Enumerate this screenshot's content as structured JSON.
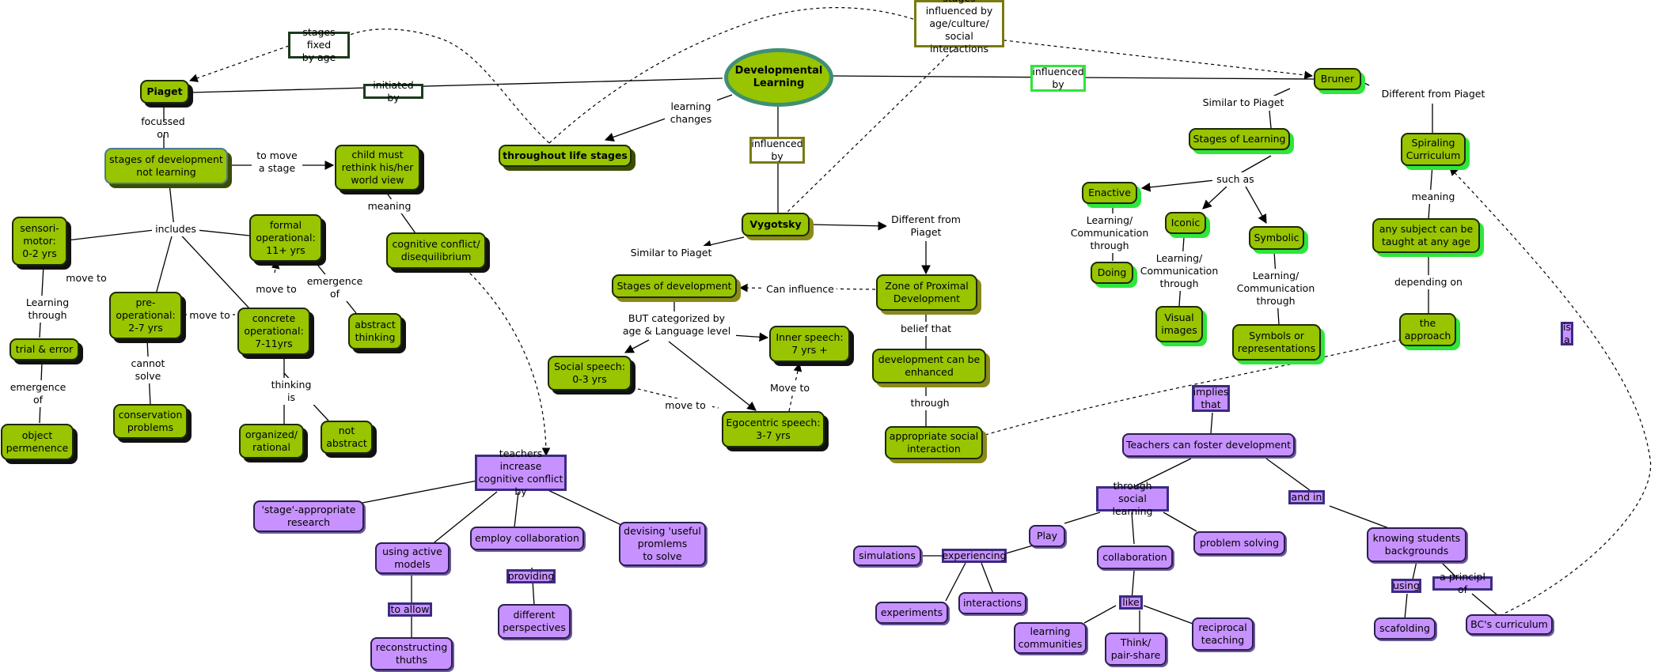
{
  "concept_map": {
    "nodes": {
      "developmental_learning": "Developmental\nLearning",
      "piaget": "Piaget",
      "stages_fixed_by_age": "stages fixed\nby age",
      "initiated_by": "initiated by",
      "throughout_life_stages": "throughout life stages",
      "stages_influenced_by": "stages\ninfluenced by\nage/culture/\nsocial interactions",
      "influenced_by_green": "influenced\nby",
      "bruner": "Bruner",
      "influenced_by_olive": "influenced\nby",
      "vygotsky": "Vygotsky",
      "stages_of_development_not_learning": "stages of development\nnot learning",
      "child_must_rethink": "child must\nrethink his/her\nworld view",
      "cognitive_conflict": "cognitive conflict/\ndisequilibrium",
      "sensori_motor": "sensori-\nmotor:\n0-2 yrs",
      "formal_operational": "formal\noperational:\n11+ yrs",
      "pre_operational": "pre-\noperational:\n2-7 yrs",
      "concrete_operational": "concrete\noperational:\n7-11yrs",
      "abstract_thinking": "abstract\nthinking",
      "trial_error": "trial & error",
      "object_permanence": "object\npermenence",
      "conservation_problems": "conservation\nproblems",
      "organized_rational": "organized/\nrational",
      "not_abstract": "not\nabstract",
      "teachers_increase": "teachers increase\ncognitive conflict\nby",
      "stage_appropriate": "'stage'-appropriate\nresearch",
      "using_active_models": "using active\nmodels",
      "employ_collaboration": "employ collaboration",
      "devising_useful": "devising 'useful\npromlems\nto solve",
      "providing": "providing",
      "to_allow": "to allow",
      "different_perspectives": "different\nperspectives",
      "reconstructing": "reconstructing\nthuths",
      "stages_of_development_v": "Stages of development",
      "zone_proximal": "Zone of Proximal\nDevelopment",
      "inner_speech": "Inner speech:\n7 yrs +",
      "social_speech": "Social speech:\n0-3 yrs",
      "egocentric_speech": "Egocentric speech:\n3-7 yrs",
      "development_enhanced": "development can be\nenhanced",
      "appropriate_social": "appropriate social\ninteraction",
      "stages_of_learning": "Stages of Learning",
      "enactive": "Enactive",
      "iconic": "Iconic",
      "symbolic": "Symbolic",
      "doing": "Doing",
      "visual_images": "Visual\nimages",
      "symbols_representations": "Symbols or\nrepresentations",
      "spiraling_curriculum": "Spiraling\nCurriculum",
      "any_subject": "any subject can be\ntaught at any age",
      "the_approach": "the\napproach",
      "implies_that": "implies\nthat",
      "is_a": "is\na",
      "teachers_foster": "Teachers can foster development",
      "through_social_learning": "through\nsocial learning",
      "and_in": "and in",
      "play": "Play",
      "problem_solving": "problem solving",
      "knowing_students": "knowing students\nbackgrounds",
      "collaboration": "collaboration",
      "simulations": "simulations",
      "experiencing": "experiencing",
      "experiments": "experiments",
      "interactions": "interactions",
      "like": "like",
      "learning_communities": "learning\ncommunities",
      "think_pair_share": "Think/\npair-share",
      "reciprocal_teaching": "reciprocal\nteaching",
      "using": "using",
      "a_principl_of": "a principl of",
      "scafolding": "scafolding",
      "bcs_curriculum": "BC's curriculum"
    },
    "link_labels": {
      "focussed_on": "focussed on",
      "to_move_a_stage": "to move\na stage",
      "meaning_piaget": "meaning",
      "includes": "includes",
      "move_to_1": "move to",
      "move_to_2": "move to",
      "move_to_3": "move to",
      "learning_through": "Learning\nthrough",
      "emergence_of_1": "emergence\nof",
      "emergence_of_2": "emergence\nof",
      "cannot_solve": "cannot\nsolve",
      "thinking_is": "thinking\nis",
      "learning_changes": "learning\nchanges",
      "similar_to_piaget_v": "Similar to Piaget",
      "different_from_piaget_v": "Different from\nPiaget",
      "can_influence": "Can influence",
      "but_categorized": "BUT categorized by\nage & Language level",
      "move_to_speech": "move to",
      "move_to_inner": "Move to",
      "belief_that": "belief that",
      "through": "through",
      "similar_to_piaget_b": "Similar to Piaget",
      "different_from_piaget_b": "Different from Piaget",
      "such_as": "such as",
      "lc_through_1": "Learning/\nCommunication\nthrough",
      "lc_through_2": "Learning/\nCommunication\nthrough",
      "lc_through_3": "Learning/\nCommunication\nthrough",
      "meaning_bruner": "meaning",
      "depending_on": "depending on"
    }
  }
}
